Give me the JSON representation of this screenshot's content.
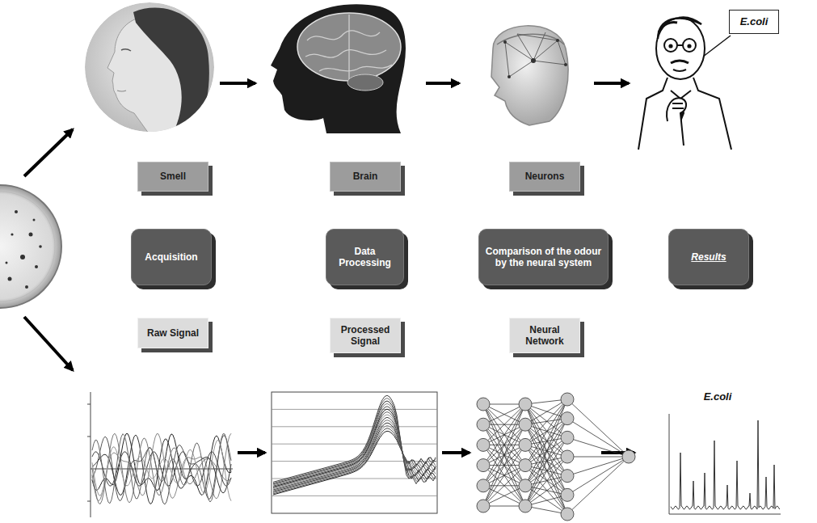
{
  "diagram": {
    "nodes": [
      {
        "text": [
          "E.coli"
        ]
      },
      {
        "text": [
          "Smell"
        ]
      },
      {
        "text": [
          "Brain"
        ]
      },
      {
        "text": [
          "Neurons"
        ]
      },
      {
        "text": [
          "Acquisition"
        ]
      },
      {
        "text": [
          "Data Processing"
        ]
      },
      {
        "text": [
          "Comparison of the odour by the neural system"
        ]
      },
      {
        "text": [
          "Results"
        ]
      },
      {
        "text": [
          "Raw Signal"
        ]
      },
      {
        "text": [
          "Processed Signal"
        ]
      },
      {
        "text": [
          "Neural Network"
        ]
      }
    ],
    "labels": [
      "E.coli"
    ]
  }
}
